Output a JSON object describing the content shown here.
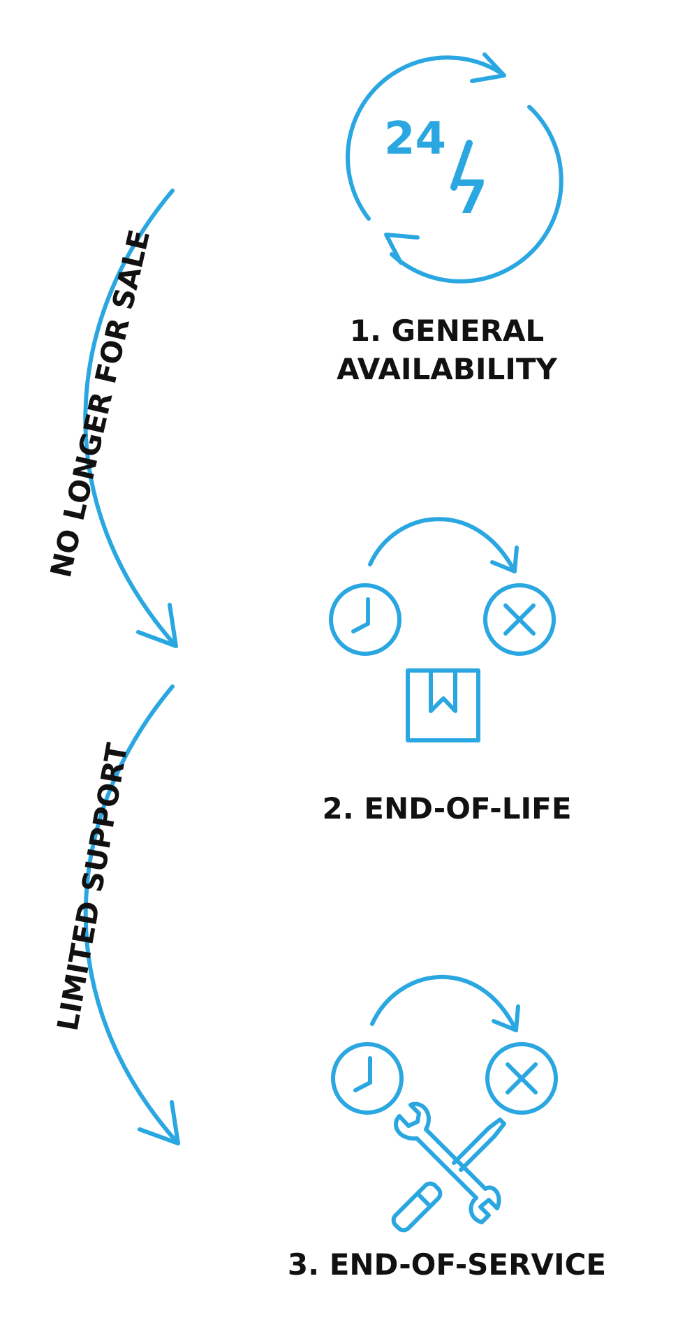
{
  "colors": {
    "accent": "#2aa7e1",
    "text": "#111111",
    "background": "#ffffff"
  },
  "stages": [
    {
      "title_line1": "1. GENERAL",
      "title_line2": "AVAILABILITY",
      "icon": "24-7-cycle-icon"
    },
    {
      "title": "2. END-OF-LIFE",
      "icons": [
        "clock-icon",
        "cancel-circle-icon",
        "box-icon"
      ]
    },
    {
      "title": "3. END-OF-SERVICE",
      "icons": [
        "clock-icon",
        "cancel-circle-icon",
        "tools-icon"
      ]
    }
  ],
  "transitions": [
    {
      "label": "NO LONGER FOR SALE"
    },
    {
      "label": "LIMITED SUPPORT"
    }
  ],
  "icon_text": {
    "hours": "24",
    "days": "7"
  }
}
